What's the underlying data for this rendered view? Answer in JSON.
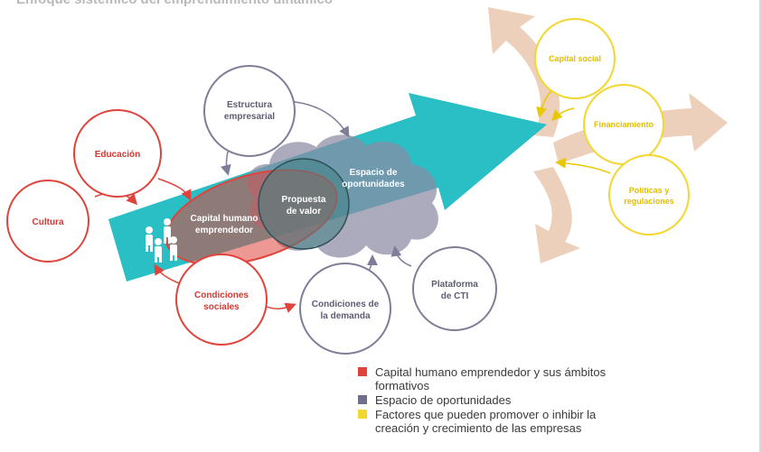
{
  "title": "Enfoque sistémico del emprendimiento dinámico",
  "nodes": {
    "estructura": [
      "Estructura",
      "empresarial"
    ],
    "educacion": [
      "Educación"
    ],
    "cultura": [
      "Cultura"
    ],
    "condiciones_sociales": [
      "Condiciones",
      "sociales"
    ],
    "condiciones_demanda": [
      "Condiciones de",
      "la demanda"
    ],
    "plataforma": [
      "Plataforma",
      "de CTI"
    ],
    "capital_humano": [
      "Capital humano",
      "emprendedor"
    ],
    "propuesta": [
      "Propuesta",
      "de valor"
    ],
    "espacio": [
      "Espacio de",
      "oportunidades"
    ],
    "capital_social": [
      "Capital social"
    ],
    "financiamiento": [
      "Financiamiento"
    ],
    "politicas": [
      "Políticas y",
      "regulaciones"
    ]
  },
  "legend": [
    {
      "color": "#e0433b",
      "text": "Capital humano emprendedor y sus ámbitos formativos"
    },
    {
      "color": "#6f6f8c",
      "text": "Espacio de oportunidades"
    },
    {
      "color": "#f3d630",
      "text": "Factores que pueden promover o inhibir la creación y crecimiento de las empresas"
    }
  ],
  "colors": {
    "arrow": "#2abfc4",
    "human_red": "#e0433b",
    "opportunity_purple": "#8a8aa3",
    "factor_yellow": "#f3d630",
    "growth_tan": "#ecd0bb"
  }
}
